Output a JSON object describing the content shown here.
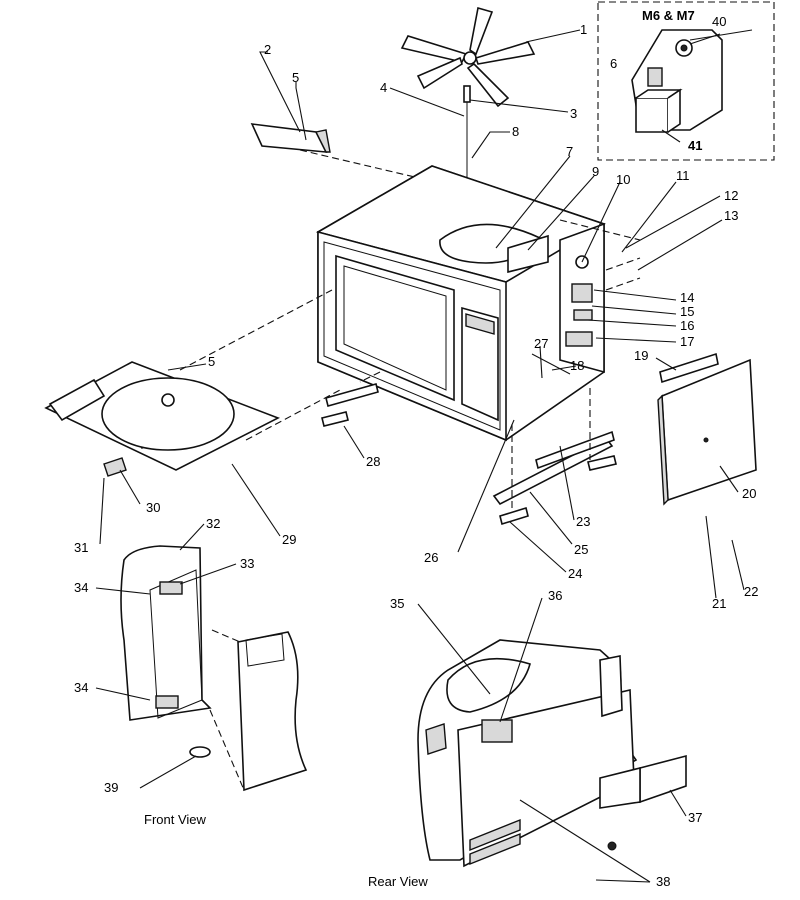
{
  "inset": {
    "title": "M6 & M7"
  },
  "captions": {
    "front_view": "Front View",
    "rear_view": "Rear View"
  },
  "callouts": [
    "1",
    "2",
    "3",
    "4",
    "5",
    "5",
    "6",
    "7",
    "8",
    "9",
    "10",
    "11",
    "12",
    "13",
    "14",
    "15",
    "16",
    "17",
    "18",
    "19",
    "20",
    "21",
    "22",
    "23",
    "24",
    "25",
    "26",
    "27",
    "28",
    "29",
    "30",
    "31",
    "32",
    "33",
    "34",
    "34",
    "35",
    "36",
    "37",
    "38",
    "39",
    "40",
    "41"
  ]
}
